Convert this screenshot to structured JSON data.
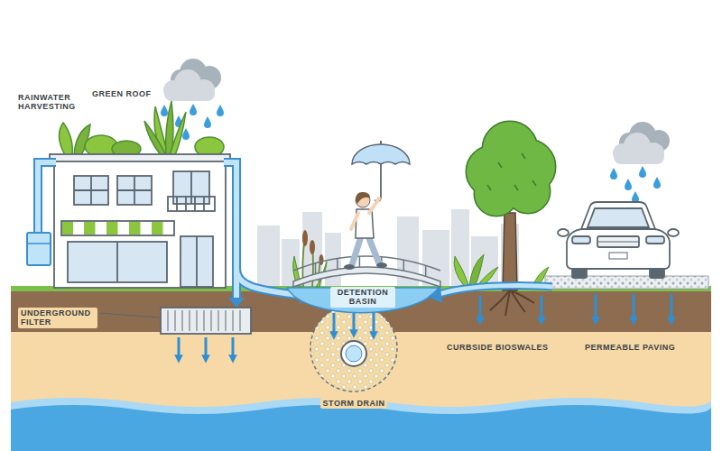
{
  "diagram": {
    "labels": [
      "RAINWATER HARVESTING",
      "GREEN ROOF",
      "UNDERGROUND FILTER",
      "DETENTION BASIN",
      "CURBSIDE BIOSWALES",
      "PERMEABLE PAVING",
      "STORM DRAIN"
    ]
  }
}
